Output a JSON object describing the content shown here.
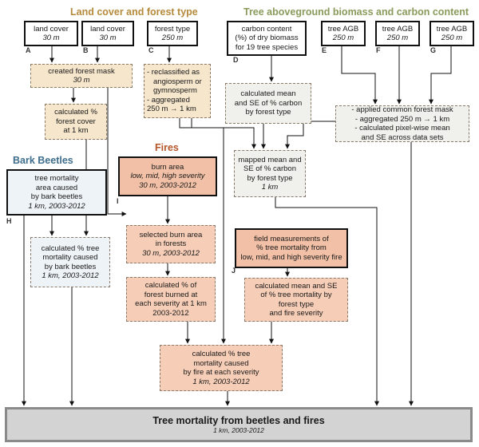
{
  "headers": {
    "land_cover": "Land cover and forest type",
    "biomass": "Tree aboveground biomass and carbon content",
    "bark_beetles": "Bark Beetles",
    "fires": "Fires"
  },
  "boxes": {
    "land_cover_a": {
      "line1": "land cover",
      "line2": "30 m"
    },
    "land_cover_b": {
      "line1": "land cover",
      "line2": "30 m"
    },
    "forest_type": {
      "line1": "forest type",
      "line2": "250 m"
    },
    "carbon_content": {
      "line1": "carbon content",
      "line2": "(%) of dry biomass",
      "line3": "for 19 tree species"
    },
    "agb_e": {
      "line1": "tree AGB",
      "line2": "250 m"
    },
    "agb_f": {
      "line1": "tree AGB",
      "line2": "250 m"
    },
    "agb_g": {
      "line1": "tree AGB",
      "line2": "250 m"
    },
    "forest_mask": {
      "line1": "created forest mask",
      "line2": "30 m"
    },
    "reclassified": {
      "line1": "- reclassified as",
      "line2": "angiosperm or",
      "line3": "gymnosperm",
      "line4": "- aggregated",
      "line5": "250 m → 1 km"
    },
    "calc_mean_carbon": {
      "line1": "calculated mean",
      "line2": "and SE of % carbon",
      "line3": "by forest type"
    },
    "common_mask": {
      "line1": "- applied common forest mask",
      "line2": "- aggregated 250 m → 1 km",
      "line3": "- calculated pixel-wise mean",
      "line4": "and SE across data sets"
    },
    "forest_cover": {
      "line1": "calculated %",
      "line2": "forest cover",
      "line3": "at 1 km"
    },
    "mapped_mean": {
      "line1": "mapped mean and",
      "line2": "SE of % carbon",
      "line3": "by forest type",
      "line4": "1 km"
    },
    "beetle_area": {
      "line1": "tree mortality",
      "line2": "area caused",
      "line3": "by bark beetles",
      "line4": "1 km, 2003-2012"
    },
    "burn_area": {
      "line1": "burn area",
      "line2": "low, mid, high severity",
      "line3": "30 m, 2003-2012"
    },
    "beetle_mortality": {
      "line1": "calculated % tree",
      "line2": "mortality caused",
      "line3": "by bark beetles",
      "line4": "1 km, 2003-2012"
    },
    "selected_burn": {
      "line1": "selected burn area",
      "line2": "in forests",
      "line3": "30 m, 2003-2012"
    },
    "field_measurements": {
      "line1": "field measurements of",
      "line2": "% tree mortality from",
      "line3": "low, mid, and high severity fire"
    },
    "forest_burned": {
      "line1": "calculated % of",
      "line2": "forest burned at",
      "line3": "each severity at 1 km",
      "line4": "2003-2012"
    },
    "mean_se_mortality": {
      "line1": "calculated mean and SE",
      "line2": "of % tree mortality by",
      "line3": "forest type",
      "line4": "and fire severity"
    },
    "fire_mortality": {
      "line1": "calculated % tree",
      "line2": "mortality caused",
      "line3": "by fire at each severity",
      "line4": "1 km, 2003-2012"
    }
  },
  "labels": {
    "a": "A",
    "b": "B",
    "c": "C",
    "d": "D",
    "e": "E",
    "f": "F",
    "g": "G",
    "h": "H",
    "i": "I",
    "j": "J"
  },
  "final": {
    "title": "Tree mortality from beetles and fires",
    "subtitle": "1 km, 2003-2012"
  }
}
